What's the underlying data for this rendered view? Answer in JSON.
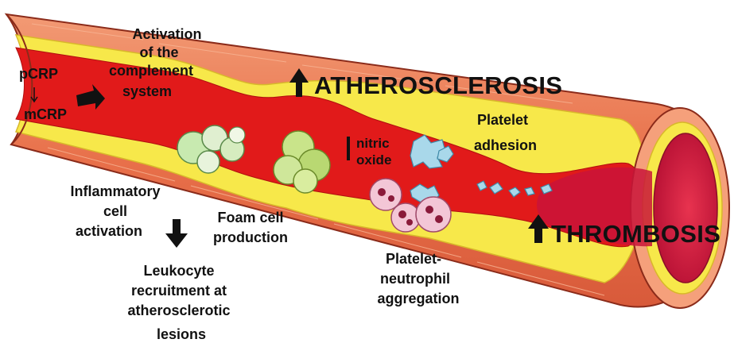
{
  "labels": {
    "pcrp": "pCRP",
    "mcrp": "mCRP",
    "complement": [
      "Activation",
      "of the",
      "complement",
      "system"
    ],
    "atherosclerosis": "ATHEROSCLEROSIS",
    "nitric_oxide": [
      "nitric",
      "oxide"
    ],
    "platelet_adhesion": [
      "Platelet",
      "adhesion"
    ],
    "inflammatory": [
      "Inflammatory",
      "cell",
      "activation"
    ],
    "foam_cell": [
      "Foam cell",
      "production"
    ],
    "leukocyte": [
      "Leukocyte",
      "recruitment at",
      "atherosclerotic",
      "lesions"
    ],
    "platelet_neutrophil": [
      "Platelet-",
      "neutrophil",
      "aggregation"
    ],
    "thrombosis": "THROMBOSIS"
  },
  "colors": {
    "vessel_wall": "#e8704a",
    "wall_highlight": "#f7a483",
    "lumen_blood": "#e11a1a",
    "plaque_yellow": "#f7e84a",
    "inner_opening": "#c9143a",
    "foam_cell_green": "#b9e08a",
    "platelet_blue": "#a9d8ea",
    "neutrophil_pink": "#f3c6d6"
  }
}
